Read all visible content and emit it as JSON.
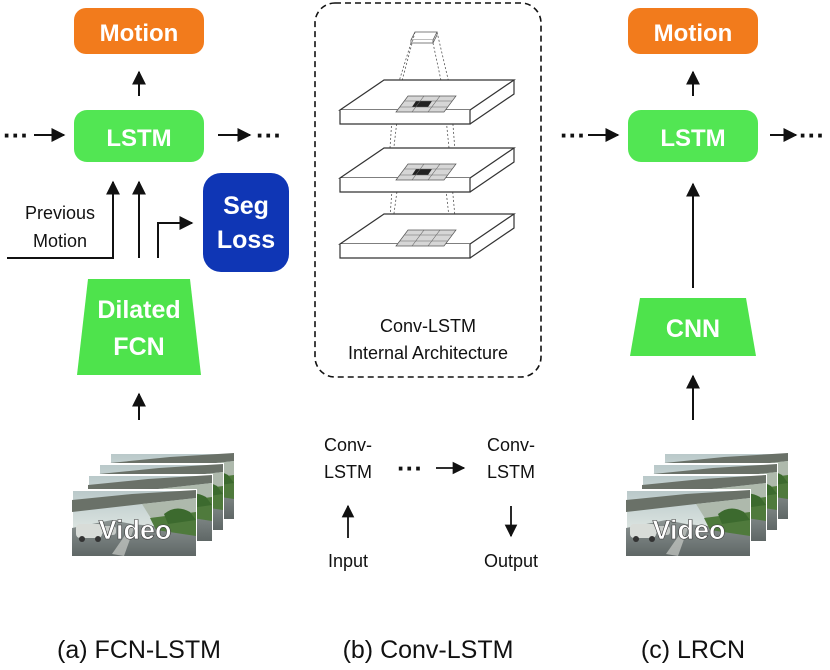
{
  "colors": {
    "motion_box": "#F27B1C",
    "lstm_box": "#52E653",
    "fcn_box": "#4EE34C",
    "cnn_box": "#4EE34C",
    "seg_box": "#0F36B5",
    "arrow": "#111111",
    "text_dark": "#111111"
  },
  "fcn_lstm": {
    "motion_label": "Motion",
    "lstm_label": "LSTM",
    "seg_loss_line1": "Seg",
    "seg_loss_line2": "Loss",
    "previous_motion_line1": "Previous",
    "previous_motion_line2": "Motion",
    "dilated_fcn_line1": "Dilated",
    "dilated_fcn_line2": "FCN",
    "video_label": "Video",
    "ellipsis_left": "···",
    "ellipsis_right": "···",
    "caption": "(a) FCN-LSTM"
  },
  "conv_lstm": {
    "architecture_line1": "Conv-LSTM",
    "architecture_line2": "Internal Architecture",
    "cell1_line1": "Conv-",
    "cell1_line2": "LSTM",
    "cell2_line1": "Conv-",
    "cell2_line2": "LSTM",
    "ellipsis": "···",
    "input_label": "Input",
    "output_label": "Output",
    "caption": "(b) Conv-LSTM"
  },
  "lrcn": {
    "motion_label": "Motion",
    "lstm_label": "LSTM",
    "cnn_label": "CNN",
    "video_label": "Video",
    "ellipsis_left": "···",
    "ellipsis_right": "···",
    "caption": "(c) LRCN"
  }
}
